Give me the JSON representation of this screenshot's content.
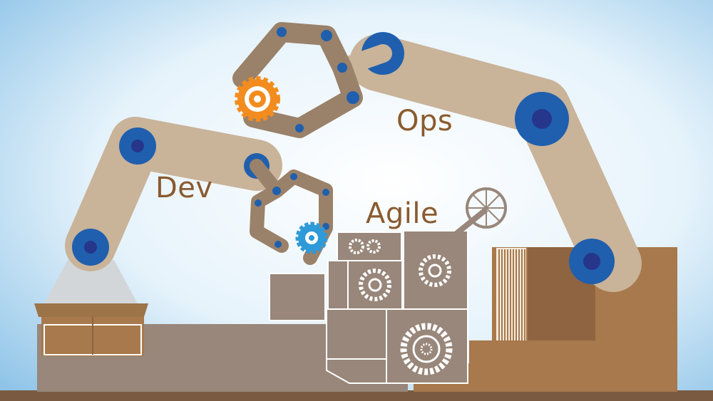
{
  "labels": {
    "ops": "Ops",
    "dev": "Dev",
    "agile": "Agile"
  },
  "colors": {
    "sky_top": "#8fc4e8",
    "sky_bottom": "#ffffff",
    "arm": "#c9b399",
    "arm_dark": "#9a8169",
    "joint_outer": "#1f5fae",
    "joint_inner": "#26368a",
    "gear_orange": "#f28c1e",
    "gear_blue": "#2e9ad8",
    "box_grey": "#98877a",
    "floor": "#85634a",
    "box_brown": "#a7794c",
    "text": "#8a5a2e"
  }
}
